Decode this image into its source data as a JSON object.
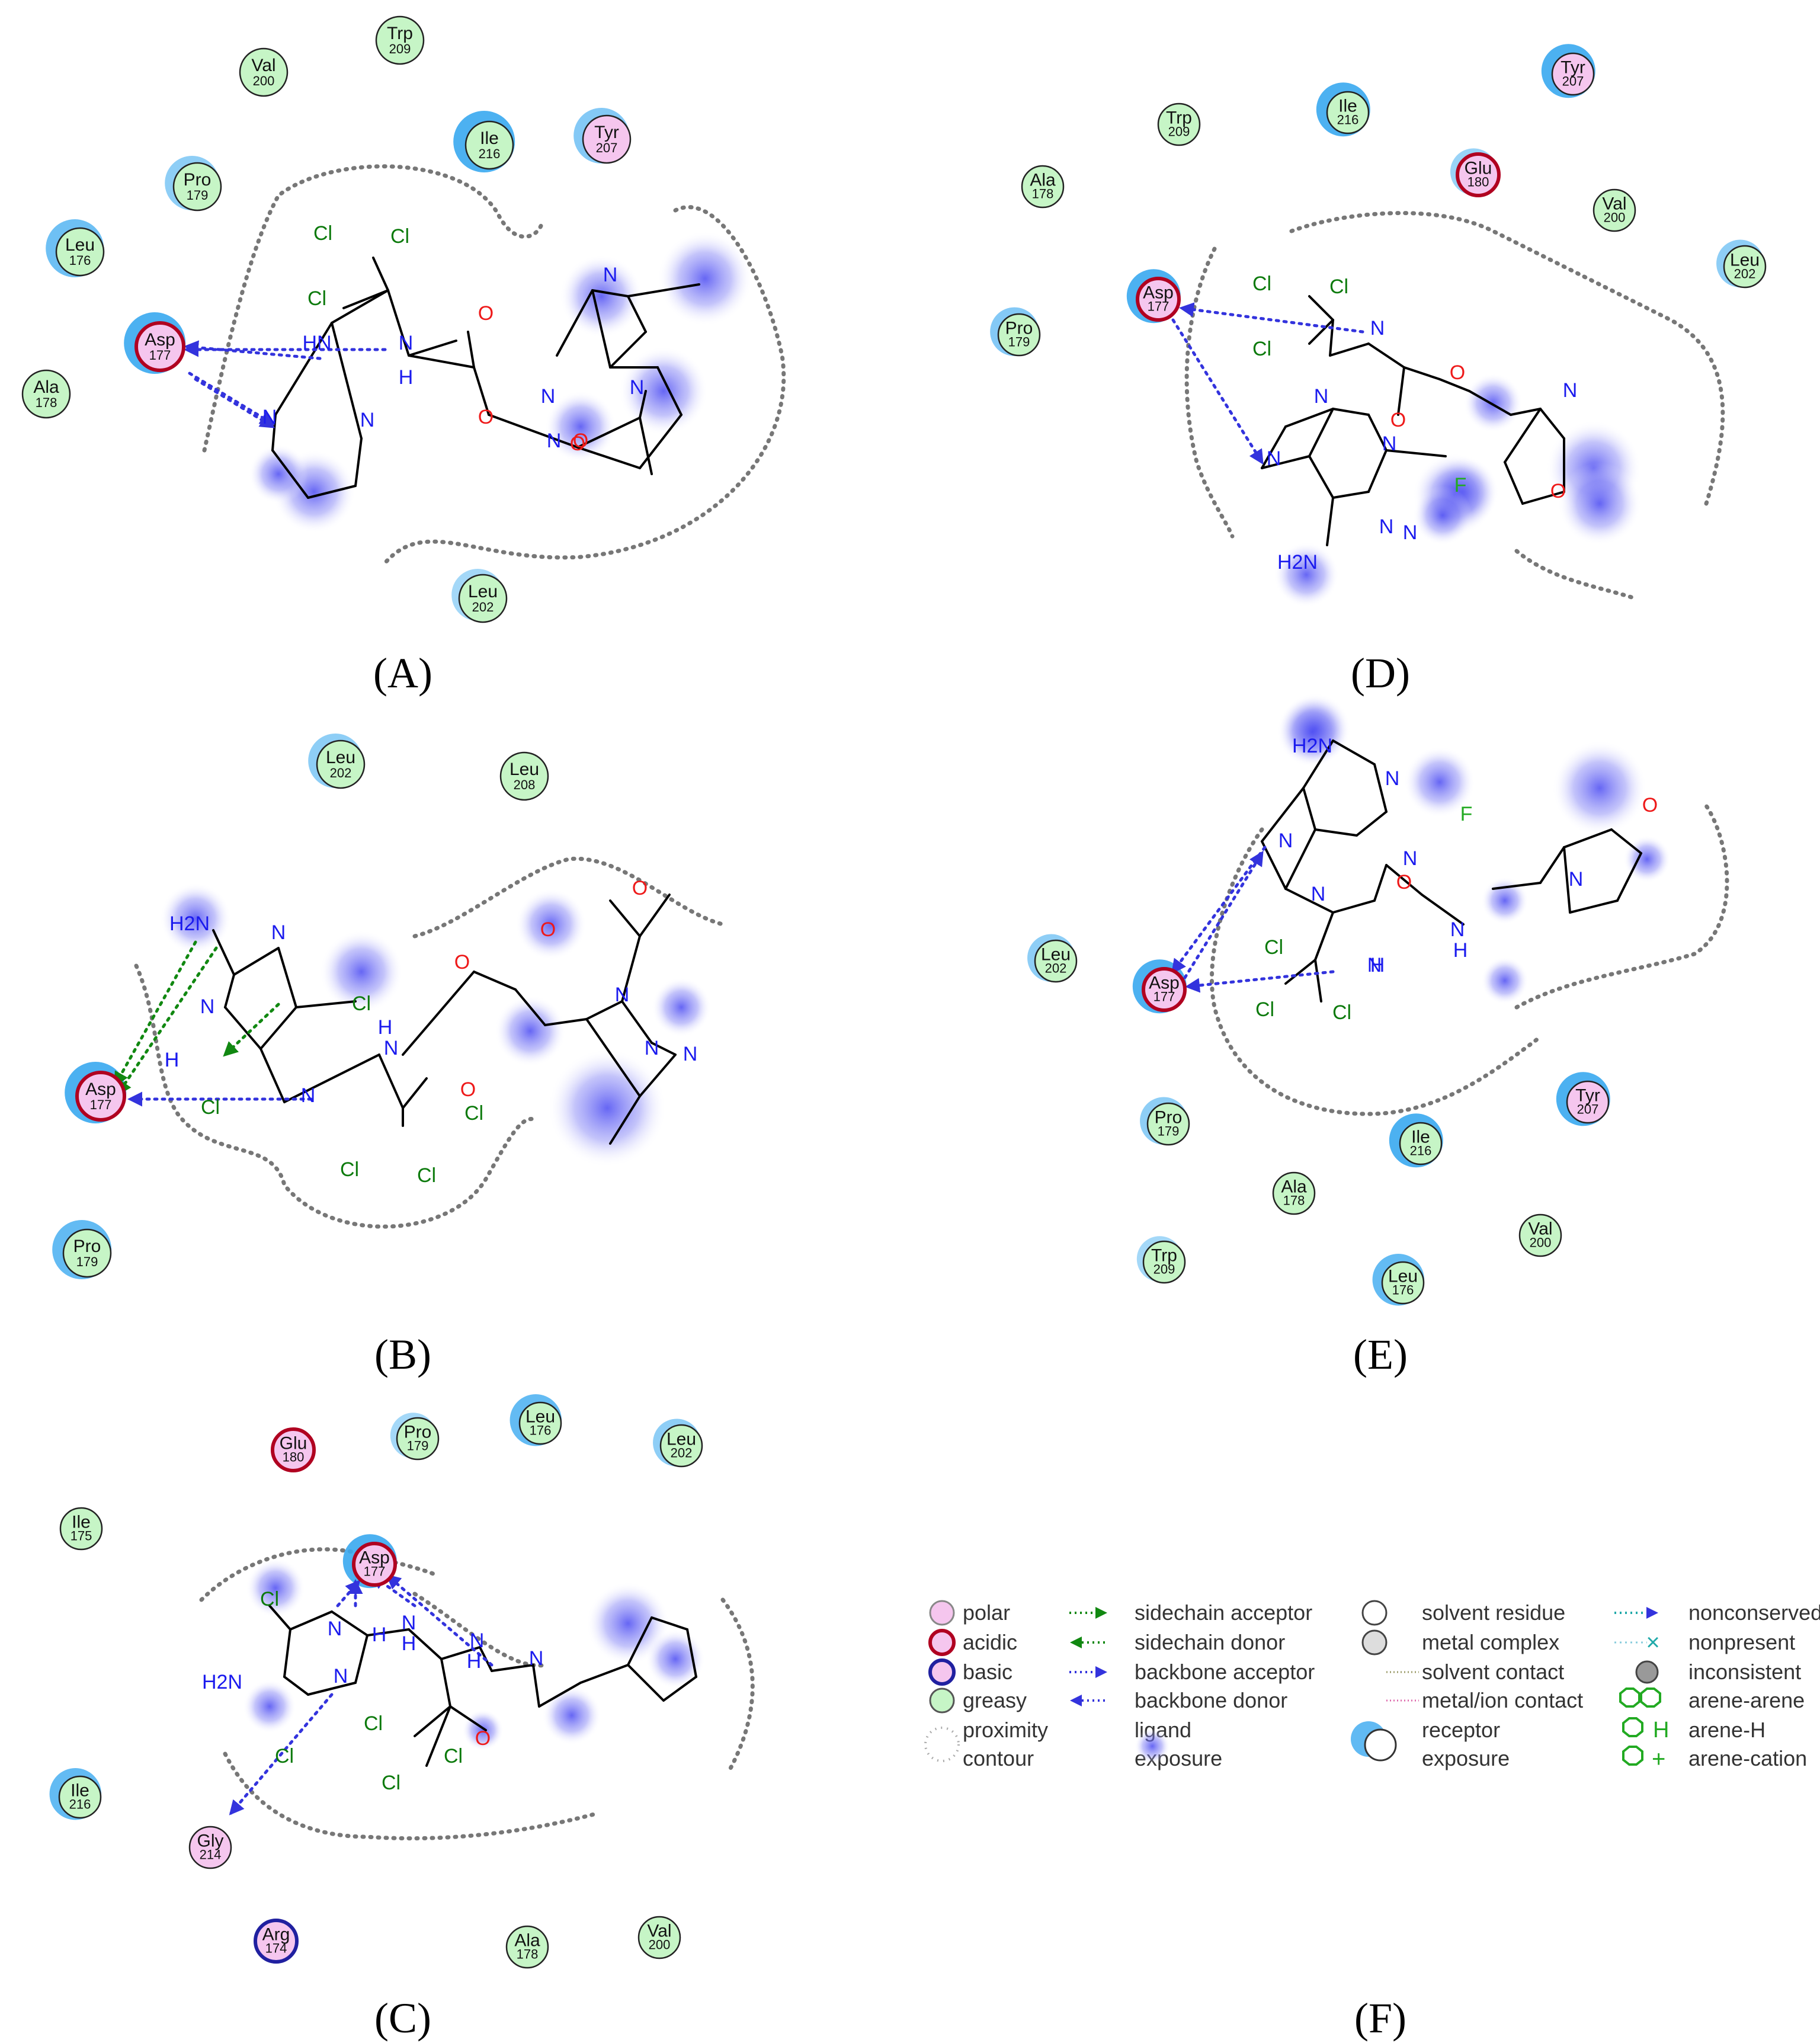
{
  "panels": [
    {
      "id": "A",
      "label": "(A)",
      "residues": [
        {
          "name": "Val",
          "num": "200",
          "type": "greasy",
          "exposure": 0
        },
        {
          "name": "Trp",
          "num": "209",
          "type": "greasy",
          "exposure": 0
        },
        {
          "name": "Ile",
          "num": "216",
          "type": "greasy",
          "exposure": 1
        },
        {
          "name": "Tyr",
          "num": "207",
          "type": "polar",
          "exposure": 0.5
        },
        {
          "name": "Pro",
          "num": "179",
          "type": "greasy",
          "exposure": 0.4
        },
        {
          "name": "Leu",
          "num": "176",
          "type": "greasy",
          "exposure": 0.7
        },
        {
          "name": "Asp",
          "num": "177",
          "type": "acidic",
          "exposure": 1
        },
        {
          "name": "Ala",
          "num": "178",
          "type": "greasy",
          "exposure": 0
        },
        {
          "name": "Leu",
          "num": "202",
          "type": "greasy",
          "exposure": 0.2
        }
      ],
      "atoms": [
        "Cl",
        "Cl",
        "Cl",
        "HN",
        "N",
        "H",
        "O",
        "N",
        "N",
        "N",
        "O",
        "N",
        "O",
        "O",
        "N",
        "N"
      ]
    },
    {
      "id": "B",
      "label": "(B)",
      "residues": [
        {
          "name": "Leu",
          "num": "202",
          "type": "greasy",
          "exposure": 0.4
        },
        {
          "name": "Leu",
          "num": "208",
          "type": "greasy",
          "exposure": 0
        },
        {
          "name": "Asp",
          "num": "177",
          "type": "acidic",
          "exposure": 1
        },
        {
          "name": "Pro",
          "num": "179",
          "type": "greasy",
          "exposure": 0.8
        }
      ],
      "atoms": [
        "H2N",
        "N",
        "N",
        "Cl",
        "Cl",
        "N",
        "H",
        "H",
        "N",
        "O",
        "O",
        "N",
        "O",
        "O",
        "N",
        "N",
        "Cl",
        "Cl",
        "Cl",
        "H"
      ]
    },
    {
      "id": "C",
      "label": "(C)",
      "residues": [
        {
          "name": "Glu",
          "num": "180",
          "type": "acidic",
          "exposure": 0
        },
        {
          "name": "Pro",
          "num": "179",
          "type": "greasy",
          "exposure": 0.2
        },
        {
          "name": "Leu",
          "num": "176",
          "type": "greasy",
          "exposure": 0.8
        },
        {
          "name": "Leu",
          "num": "202",
          "type": "greasy",
          "exposure": 0.4
        },
        {
          "name": "Ile",
          "num": "175",
          "type": "greasy",
          "exposure": 0
        },
        {
          "name": "Asp",
          "num": "177",
          "type": "acidic",
          "exposure": 1
        },
        {
          "name": "Ile",
          "num": "216",
          "type": "greasy",
          "exposure": 0.8
        },
        {
          "name": "Gly",
          "num": "214",
          "type": "polar",
          "exposure": 0
        },
        {
          "name": "Arg",
          "num": "174",
          "type": "basic",
          "exposure": 0
        },
        {
          "name": "Ala",
          "num": "178",
          "type": "greasy",
          "exposure": 0
        },
        {
          "name": "Val",
          "num": "200",
          "type": "greasy",
          "exposure": 0
        }
      ],
      "atoms": [
        "Cl",
        "H2N",
        "N",
        "N",
        "N",
        "H",
        "Cl",
        "H",
        "N",
        "H",
        "N",
        "O",
        "Cl",
        "Cl",
        "Cl"
      ]
    },
    {
      "id": "D",
      "label": "(D)",
      "residues": [
        {
          "name": "Tyr",
          "num": "207",
          "type": "polar",
          "exposure": 1
        },
        {
          "name": "Ile",
          "num": "216",
          "type": "greasy",
          "exposure": 1
        },
        {
          "name": "Trp",
          "num": "209",
          "type": "greasy",
          "exposure": 0
        },
        {
          "name": "Ala",
          "num": "178",
          "type": "greasy",
          "exposure": 0
        },
        {
          "name": "Glu",
          "num": "180",
          "type": "acidic",
          "exposure": 0.3
        },
        {
          "name": "Val",
          "num": "200",
          "type": "greasy",
          "exposure": 0
        },
        {
          "name": "Leu",
          "num": "202",
          "type": "greasy",
          "exposure": 0.4
        },
        {
          "name": "Asp",
          "num": "177",
          "type": "acidic",
          "exposure": 1
        },
        {
          "name": "Pro",
          "num": "179",
          "type": "greasy",
          "exposure": 0.5
        }
      ],
      "atoms": [
        "Cl",
        "Cl",
        "Cl",
        "N",
        "N",
        "O",
        "O",
        "N",
        "O",
        "N",
        "N",
        "N",
        "F",
        "N",
        "H2N"
      ]
    },
    {
      "id": "E",
      "label": "(E)",
      "residues": [
        {
          "name": "Leu",
          "num": "202",
          "type": "greasy",
          "exposure": 0.4
        },
        {
          "name": "Asp",
          "num": "177",
          "type": "acidic",
          "exposure": 1
        },
        {
          "name": "Tyr",
          "num": "207",
          "type": "polar",
          "exposure": 1
        },
        {
          "name": "Pro",
          "num": "179",
          "type": "greasy",
          "exposure": 0.4
        },
        {
          "name": "Ile",
          "num": "216",
          "type": "greasy",
          "exposure": 1
        },
        {
          "name": "Ala",
          "num": "178",
          "type": "greasy",
          "exposure": 0
        },
        {
          "name": "Val",
          "num": "200",
          "type": "greasy",
          "exposure": 0
        },
        {
          "name": "Trp",
          "num": "209",
          "type": "greasy",
          "exposure": 0.2
        },
        {
          "name": "Leu",
          "num": "176",
          "type": "greasy",
          "exposure": 0.8
        }
      ],
      "atoms": [
        "H2N",
        "N",
        "N",
        "F",
        "N",
        "N",
        "O",
        "N",
        "N",
        "H",
        "O",
        "N",
        "H",
        "Cl",
        "Cl",
        "Cl"
      ]
    },
    {
      "id": "F",
      "label": "(F)"
    }
  ],
  "legend": {
    "col1": [
      "polar",
      "acidic",
      "basic",
      "greasy",
      "proximity",
      "contour"
    ],
    "col2": [
      "sidechain acceptor",
      "sidechain donor",
      "backbone acceptor",
      "backbone donor",
      "ligand",
      "exposure"
    ],
    "col3": [
      "solvent residue",
      "metal complex",
      "solvent contact",
      "metal/ion contact",
      "receptor",
      "exposure"
    ],
    "col4": [
      "nonconserved",
      "nonpresent",
      "inconsistent",
      "arene-arene",
      "arene-H",
      "arene-cation"
    ],
    "arene_h_prefix": "H",
    "arene_cation_prefix": "+"
  },
  "colors": {
    "polar": "#f5c6ee",
    "greasy": "#c6f5c6",
    "acidic_ring": "#b00020",
    "basic_ring": "#2020a0",
    "exposure": "#39a9f0",
    "ligand_blob": "#6a6af5",
    "hbond": "#3333dd",
    "sidechain": "#118811",
    "carbon": "#000000",
    "nitrogen": "#1a1aee",
    "oxygen": "#ee1a1a",
    "chlorine": "#0c7a0c",
    "fluorine": "#22aa22"
  }
}
